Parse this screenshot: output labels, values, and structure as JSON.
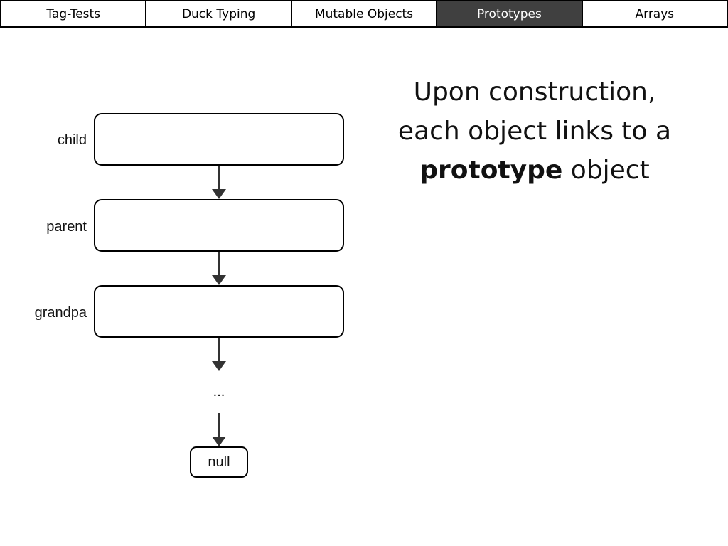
{
  "tabs": [
    {
      "label": "Tag-Tests",
      "active": false
    },
    {
      "label": "Duck Typing",
      "active": false
    },
    {
      "label": "Mutable Objects",
      "active": false
    },
    {
      "label": "Prototypes",
      "active": true
    },
    {
      "label": "Arrays",
      "active": false
    }
  ],
  "colors": {
    "active_tab_bg": "#404040",
    "active_tab_text": "#ffffff",
    "border": "#000000",
    "arrow": "#333333"
  },
  "diagram": {
    "nodes": [
      {
        "label": "child"
      },
      {
        "label": "parent"
      },
      {
        "label": "grandpa"
      }
    ],
    "ellipsis": "...",
    "terminal": "null"
  },
  "caption": {
    "line1": "Upon construction,",
    "line2": "each object links to a",
    "emphasis": "prototype",
    "line3_rest": " object"
  }
}
